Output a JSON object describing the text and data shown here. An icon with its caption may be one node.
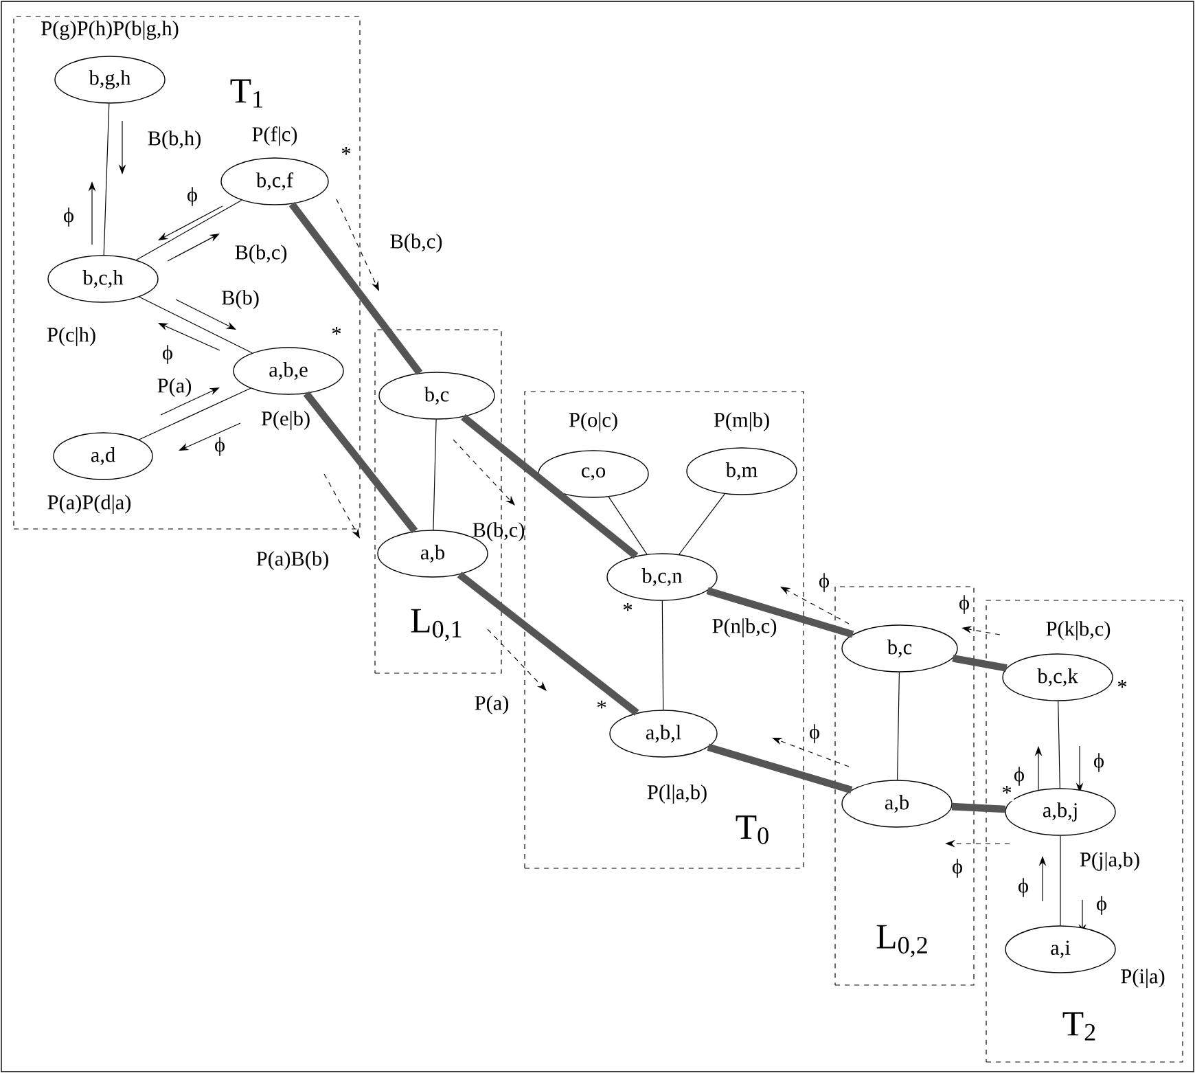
{
  "diagram": {
    "nodes": [
      {
        "text": [
          "T$_{1}$"
        ]
      },
      {
        "text": [
          "b,g,h"
        ],
        "in": 0,
        "beside": [
          "P(g)P(h)P(b|g,h)"
        ]
      },
      {
        "text": [
          "b,c,f"
        ],
        "in": 0,
        "beside": [
          "P(f|c)",
          "*"
        ]
      },
      {
        "text": [
          "b,c,h"
        ],
        "in": 0,
        "beside": [
          "P(c|h)"
        ]
      },
      {
        "text": [
          "a,b,e"
        ],
        "in": 0,
        "beside": [
          "P(e|b)",
          "*"
        ]
      },
      {
        "text": [
          "a,d"
        ],
        "in": 0,
        "beside": [
          "P(a)P(d|a)"
        ]
      },
      {
        "text": [
          "L$_{0,1}$"
        ]
      },
      {
        "text": [
          "b,c"
        ],
        "in": 6
      },
      {
        "text": [
          "a,b"
        ],
        "in": 6
      },
      {
        "text": [
          "T$_{0}$"
        ]
      },
      {
        "text": [
          "c,o"
        ],
        "in": 9,
        "beside": [
          "P(o|c)"
        ]
      },
      {
        "text": [
          "b,m"
        ],
        "in": 9,
        "beside": [
          "P(m|b)"
        ]
      },
      {
        "text": [
          "b,c,n"
        ],
        "in": 9,
        "beside": [
          "P(n|b,c)",
          "*"
        ]
      },
      {
        "text": [
          "a,b,l"
        ],
        "in": 9,
        "beside": [
          "P(l|a,b)",
          "*"
        ]
      },
      {
        "text": [
          "L$_{0,2}$"
        ]
      },
      {
        "text": [
          "b,c"
        ],
        "in": 14
      },
      {
        "text": [
          "a,b"
        ],
        "in": 14
      },
      {
        "text": [
          "T$_{2}$"
        ]
      },
      {
        "text": [
          "b,c,k"
        ],
        "in": 17,
        "beside": [
          "P(k|b,c)",
          "*"
        ]
      },
      {
        "text": [
          "a,b,j"
        ],
        "in": 17,
        "beside": [
          "P(j|a,b)",
          "*"
        ]
      },
      {
        "text": [
          "a,i"
        ],
        "in": 17,
        "beside": [
          "P(i|a)"
        ]
      }
    ],
    "edges": [
      {
        "from": 1,
        "to": 3,
        "arrow": "none"
      },
      {
        "from": 3,
        "to": 2,
        "arrow": "none"
      },
      {
        "from": 3,
        "to": 4,
        "arrow": "none"
      },
      {
        "from": 4,
        "to": 5,
        "arrow": "none"
      },
      {
        "from": 2,
        "to": 7,
        "arrow": "none",
        "style": "thick",
        "color": "#555555"
      },
      {
        "from": 4,
        "to": 8,
        "arrow": "none",
        "style": "thick",
        "color": "#555555"
      },
      {
        "from": 7,
        "to": 8,
        "arrow": "none"
      },
      {
        "from": 7,
        "to": 12,
        "arrow": "none",
        "style": "thick",
        "color": "#555555"
      },
      {
        "from": 8,
        "to": 13,
        "arrow": "none",
        "style": "thick",
        "color": "#555555"
      },
      {
        "from": 10,
        "to": 12,
        "arrow": "none"
      },
      {
        "from": 11,
        "to": 12,
        "arrow": "none"
      },
      {
        "from": 12,
        "to": 13,
        "arrow": "none"
      },
      {
        "from": 12,
        "to": 15,
        "arrow": "none",
        "style": "thick",
        "color": "#555555"
      },
      {
        "from": 13,
        "to": 16,
        "arrow": "none",
        "style": "thick",
        "color": "#555555"
      },
      {
        "from": 15,
        "to": 16,
        "arrow": "none"
      },
      {
        "from": 15,
        "to": 18,
        "arrow": "none",
        "style": "thick",
        "color": "#555555"
      },
      {
        "from": 16,
        "to": 19,
        "arrow": "none",
        "style": "thick",
        "color": "#555555"
      },
      {
        "from": 18,
        "to": 19,
        "arrow": "none"
      },
      {
        "from": 19,
        "to": 20,
        "arrow": "none"
      }
    ],
    "labels": [
      "B(b,h)",
      "ϕ",
      "ϕ",
      "B(b,c)",
      "B(b)",
      "ϕ",
      "P(a)",
      "ϕ",
      "B(b,c)",
      "P(a)B(b)",
      "B(b,c)",
      "P(a)",
      "ϕ",
      "ϕ",
      "ϕ",
      "ϕ",
      "ϕ",
      "ϕ",
      "ϕ",
      "ϕ"
    ]
  }
}
